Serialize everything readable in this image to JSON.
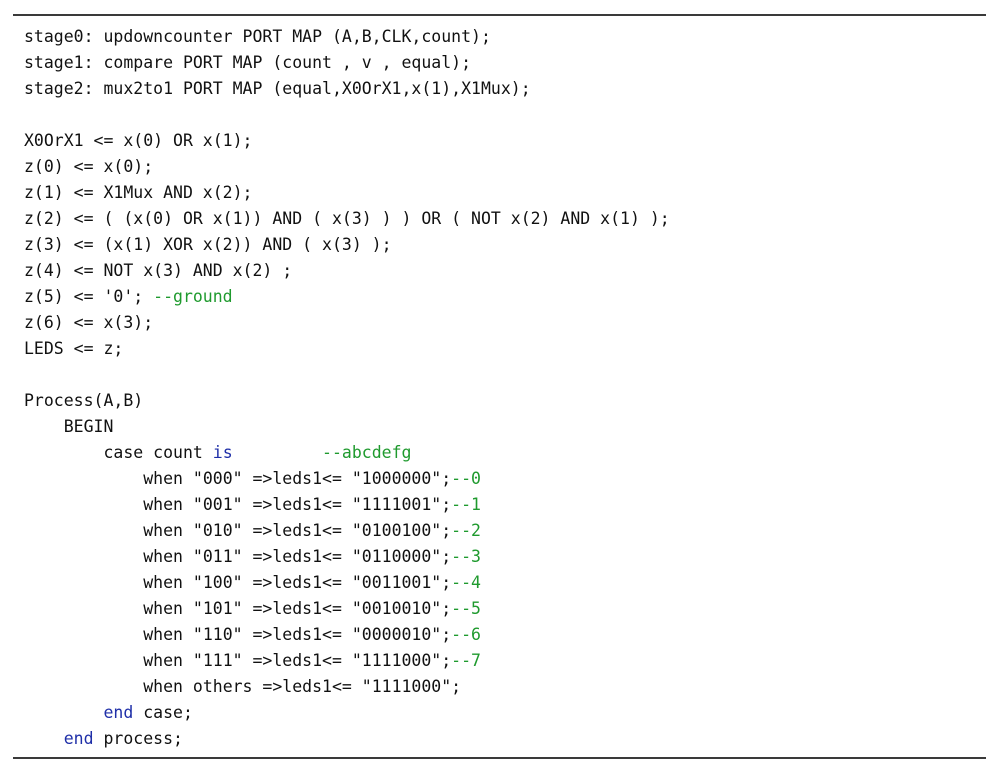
{
  "colors": {
    "text": "#111111",
    "keyword": "#1f2fa8",
    "comment": "#1f9a2e",
    "rule": "#3a3a3a"
  },
  "lines": [
    {
      "indent": "",
      "segments": [
        {
          "t": "stage0: updowncounter PORT MAP (A,B,CLK,count);"
        }
      ]
    },
    {
      "indent": "",
      "segments": [
        {
          "t": "stage1: compare PORT MAP (count , v , equal);"
        }
      ]
    },
    {
      "indent": "",
      "segments": [
        {
          "t": "stage2: mux2to1 PORT MAP (equal,X0OrX1,x(1),X1Mux);"
        }
      ]
    },
    {
      "indent": "",
      "segments": []
    },
    {
      "indent": "",
      "segments": [
        {
          "t": "X0OrX1 <= x(0) OR x(1);"
        }
      ]
    },
    {
      "indent": "",
      "segments": [
        {
          "t": "z(0) <= x(0);"
        }
      ]
    },
    {
      "indent": "",
      "segments": [
        {
          "t": "z(1) <= X1Mux AND x(2);"
        }
      ]
    },
    {
      "indent": "",
      "segments": [
        {
          "t": "z(2) <= ( (x(0) OR x(1)) AND ( x(3) ) ) OR ( NOT x(2) AND x(1) );"
        }
      ]
    },
    {
      "indent": "",
      "segments": [
        {
          "t": "z(3) <= (x(1) XOR x(2)) AND ( x(3) );"
        }
      ]
    },
    {
      "indent": "",
      "segments": [
        {
          "t": "z(4) <= NOT x(3) AND x(2) ;"
        }
      ]
    },
    {
      "indent": "",
      "segments": [
        {
          "t": "z(5) <= '0'; "
        },
        {
          "t": "--ground",
          "c": "cm"
        }
      ]
    },
    {
      "indent": "",
      "segments": [
        {
          "t": "z(6) <= x(3);"
        }
      ]
    },
    {
      "indent": "",
      "segments": [
        {
          "t": "LEDS <= z;"
        }
      ]
    },
    {
      "indent": "",
      "segments": []
    },
    {
      "indent": "",
      "segments": [
        {
          "t": "Process(A,B)"
        }
      ]
    },
    {
      "indent": "    ",
      "segments": [
        {
          "t": "BEGIN"
        }
      ]
    },
    {
      "indent": "        ",
      "segments": [
        {
          "t": "case count "
        },
        {
          "t": "is",
          "c": "kw"
        },
        {
          "t": "         "
        },
        {
          "t": "--abcdefg",
          "c": "cm"
        }
      ]
    },
    {
      "indent": "            ",
      "segments": [
        {
          "t": "when \"000\" =>leds1<= \"1000000\";"
        },
        {
          "t": "--0",
          "c": "cm"
        }
      ]
    },
    {
      "indent": "            ",
      "segments": [
        {
          "t": "when \"001\" =>leds1<= \"1111001\";"
        },
        {
          "t": "--1",
          "c": "cm"
        }
      ]
    },
    {
      "indent": "            ",
      "segments": [
        {
          "t": "when \"010\" =>leds1<= \"0100100\";"
        },
        {
          "t": "--2",
          "c": "cm"
        }
      ]
    },
    {
      "indent": "            ",
      "segments": [
        {
          "t": "when \"011\" =>leds1<= \"0110000\";"
        },
        {
          "t": "--3",
          "c": "cm"
        }
      ]
    },
    {
      "indent": "            ",
      "segments": [
        {
          "t": "when \"100\" =>leds1<= \"0011001\";"
        },
        {
          "t": "--4",
          "c": "cm"
        }
      ]
    },
    {
      "indent": "            ",
      "segments": [
        {
          "t": "when \"101\" =>leds1<= \"0010010\";"
        },
        {
          "t": "--5",
          "c": "cm"
        }
      ]
    },
    {
      "indent": "            ",
      "segments": [
        {
          "t": "when \"110\" =>leds1<= \"0000010\";"
        },
        {
          "t": "--6",
          "c": "cm"
        }
      ]
    },
    {
      "indent": "            ",
      "segments": [
        {
          "t": "when \"111\" =>leds1<= \"1111000\";"
        },
        {
          "t": "--7",
          "c": "cm"
        }
      ]
    },
    {
      "indent": "            ",
      "segments": [
        {
          "t": "when others =>leds1<= \"1111000\";"
        }
      ]
    },
    {
      "indent": "        ",
      "segments": [
        {
          "t": "end",
          "c": "kw"
        },
        {
          "t": " case;"
        }
      ]
    },
    {
      "indent": "    ",
      "segments": [
        {
          "t": "end",
          "c": "kw"
        },
        {
          "t": " process;"
        }
      ]
    }
  ]
}
